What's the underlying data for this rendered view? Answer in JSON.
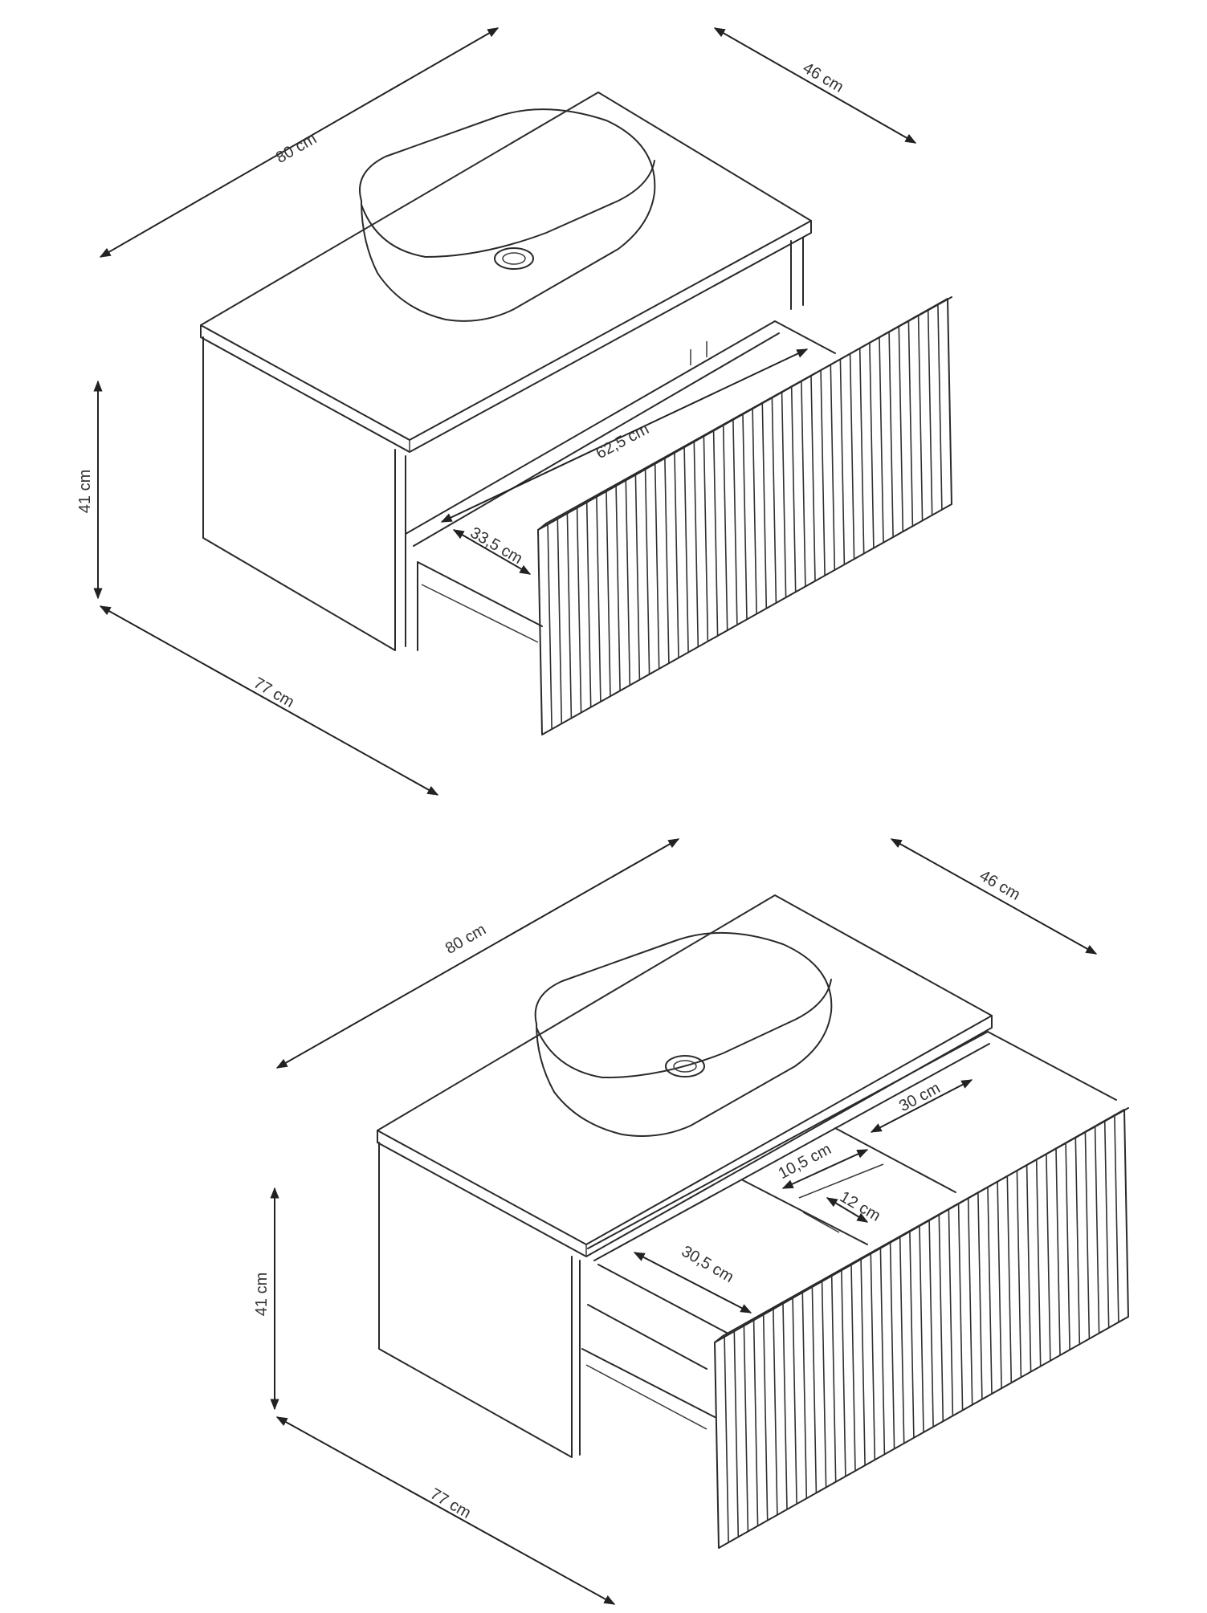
{
  "diagrams": [
    {
      "id": "vanity-top",
      "dimensions": {
        "width": "80 cm",
        "depth": "46 cm",
        "height": "41 cm",
        "side_depth": "77 cm",
        "drawer_inner_width": "62,5 cm",
        "drawer_inner_depth": "33,5 cm"
      }
    },
    {
      "id": "vanity-bottom",
      "dimensions": {
        "width": "80 cm",
        "depth": "46 cm",
        "height": "41 cm",
        "side_depth": "77 cm",
        "compartment_left": "30,5 cm",
        "compartment_middle": "10,5 cm",
        "compartment_small": "12 cm",
        "compartment_right": "30 cm"
      }
    }
  ]
}
